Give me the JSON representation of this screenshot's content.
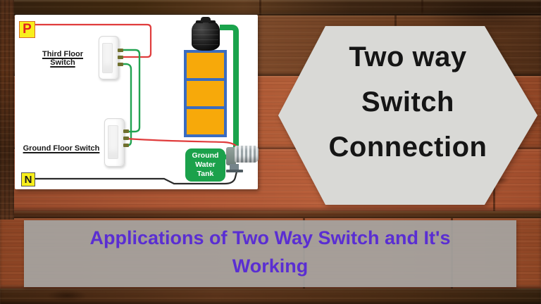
{
  "hexagon": {
    "line1": "Two way",
    "line2": "Switch",
    "line3": "Connection"
  },
  "banner": {
    "line1": "Applications of Two Way Switch and It's",
    "line2": "Working"
  },
  "diagram": {
    "phase_label": "P",
    "neutral_label": "N",
    "third_floor_switch_label": "Third Floor Switch",
    "ground_floor_switch_label": "Ground Floor Switch",
    "ground_water_tank": {
      "line1": "Ground",
      "line2": "Water",
      "line3": "Tank"
    },
    "colors": {
      "phase_wire": "#e03c3c",
      "neutral_wire": "#2b2b2b",
      "traveller_wire": "#22a351",
      "water_pipe": "#1aa34c",
      "tank_box_green": "#1ba14b",
      "building_frame": "#3a6cc0",
      "building_window": "#f7a90a",
      "label_background": "#f8ef1c",
      "hexagon_background": "#d9d9d6",
      "banner_background": "#a6a4a0",
      "banner_text": "#5a2ed2"
    }
  }
}
